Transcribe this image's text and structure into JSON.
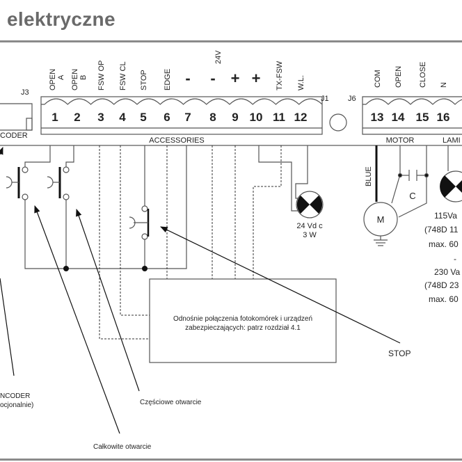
{
  "page": {
    "title": "elektryczne"
  },
  "connector_j1": {
    "name": "J1",
    "group_label": "ACCESSORIES",
    "supply_label": "24V",
    "terminals": [
      {
        "number": "1",
        "label_line1": "OPEN",
        "label_line2": "A"
      },
      {
        "number": "2",
        "label_line1": "OPEN",
        "label_line2": "B"
      },
      {
        "number": "3",
        "label_line1": "FSW OP",
        "label_line2": ""
      },
      {
        "number": "4",
        "label_line1": "FSW CL",
        "label_line2": ""
      },
      {
        "number": "5",
        "label_line1": "STOP",
        "label_line2": ""
      },
      {
        "number": "6",
        "label_line1": "EDGE",
        "label_line2": ""
      },
      {
        "number": "7",
        "label_line1": "-",
        "label_line2": ""
      },
      {
        "number": "8",
        "label_line1": "-",
        "label_line2": ""
      },
      {
        "number": "9",
        "label_line1": "+",
        "label_line2": ""
      },
      {
        "number": "10",
        "label_line1": "+",
        "label_line2": ""
      },
      {
        "number": "11",
        "label_line1": "TX-FSW",
        "label_line2": ""
      },
      {
        "number": "12",
        "label_line1": "W.L.",
        "label_line2": ""
      }
    ]
  },
  "connector_j3": {
    "name": "J3",
    "label": "CODER"
  },
  "connector_j6": {
    "name": "J6",
    "motor_label": "MOTOR",
    "lamp_label": "LAMI",
    "terminals": [
      {
        "number": "13",
        "label": "COM"
      },
      {
        "number": "14",
        "label": "OPEN"
      },
      {
        "number": "15",
        "label": "CLOSE"
      },
      {
        "number": "16",
        "label": "N"
      }
    ]
  },
  "motor": {
    "wire_label": "BLUE",
    "capacitor_label": "C",
    "motor_label": "M"
  },
  "lamp_spec": {
    "line1": "115Va",
    "line2": "(748D 11",
    "line3": "max. 60",
    "separator": "-",
    "line4": "230 Va",
    "line5": "(748D 23",
    "line6": "max. 60"
  },
  "warning_lamp": {
    "voltage": "24 Vd c",
    "power": "3 W"
  },
  "note_box": {
    "line1": "Odnośnie połączenia fotokomórek i urządzeń",
    "line2": "zabezpieczających: patrz rozdział 4.1"
  },
  "callouts": {
    "stop": "STOP",
    "partial_open": "Częściowe otwarcie",
    "full_open": "Całkowite otwarcie",
    "encoder_line1": "NCODER",
    "encoder_line2": "ocjonalnie)"
  }
}
